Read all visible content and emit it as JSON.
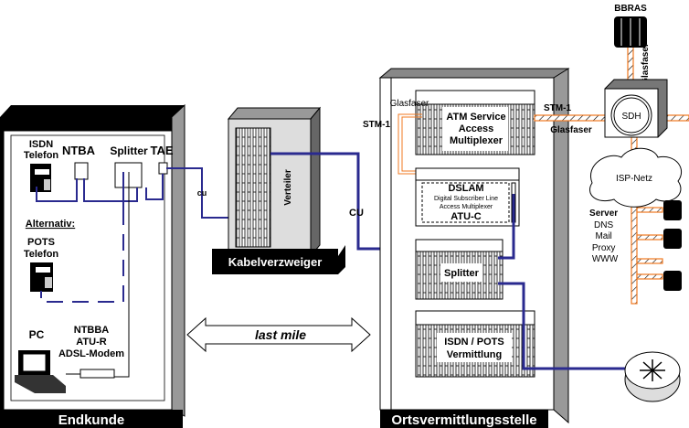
{
  "endkunde": {
    "title": "Endkunde",
    "isdn_telefon": [
      "ISDN",
      "Telefon"
    ],
    "ntba": "NTBA",
    "splitter": "Splitter",
    "tae": "TAE",
    "alternativ": "Alternativ:",
    "pots_telefon": [
      "POTS",
      "Telefon"
    ],
    "pc": "PC",
    "modem": [
      "NTBBA",
      "ATU-R",
      "ADSL-Modem"
    ]
  },
  "kabelverzweiger": {
    "title": "Kabelverzweiger",
    "verteiler": "Verteiler",
    "cu_small": "cu",
    "cu_large": "CU"
  },
  "last_mile": "last mile",
  "ortsvermittlungsstelle": {
    "title": "Ortsvermittlungsstelle",
    "glasfaser_inner": "Glasfaser",
    "stm1_left": "STM-1",
    "atm": [
      "ATM Service",
      "Access",
      "Multiplexer"
    ],
    "dslam_title": "DSLAM",
    "dslam_desc": [
      "Digital Subscriber Line",
      "Access Multiplexer"
    ],
    "atu_c": "ATU-C",
    "splitter": "Splitter",
    "vermittlung": [
      "ISDN / POTS",
      "Vermittlung"
    ]
  },
  "network": {
    "stm1_right": "STM-1",
    "glasfaser_right": "Glasfaser",
    "glasfaser_top": "Glasfaser",
    "bbras": "BBRAS",
    "sdh": "SDH",
    "isp_netz": "ISP-Netz",
    "server_title": "Server",
    "servers": [
      "DNS",
      "Mail",
      "Proxy",
      "WWW"
    ]
  },
  "colors": {
    "copper": "#2a2a8f",
    "fiber": "#f07820",
    "frame": "#000000",
    "side": "#999999"
  }
}
